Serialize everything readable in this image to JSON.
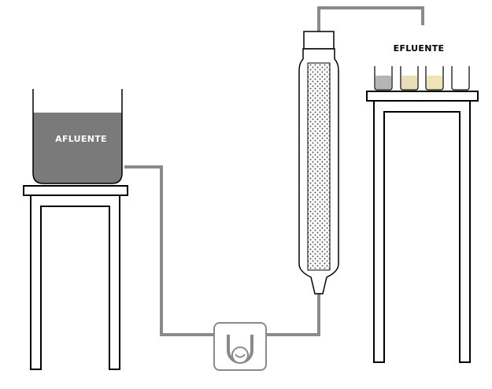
{
  "labels": {
    "afluente": "AFLUENTE",
    "efluente": "EFLUENTE"
  },
  "colors": {
    "liquid": "#7a7a7a",
    "tube": "#8a8a8a",
    "outline": "#000000",
    "background": "#ffffff",
    "packing_dots": "#555555",
    "vial_gray": "#b5b5b5",
    "vial_beige": "#e8dfb8",
    "vial_light_beige": "#eee4b6",
    "vial_clear": "#ffffff"
  },
  "collection_vials": [
    {
      "name": "vial-1",
      "fill": "#b5b5b5"
    },
    {
      "name": "vial-2",
      "fill": "#e8dfb8"
    },
    {
      "name": "vial-3",
      "fill": "#eee4b6"
    },
    {
      "name": "vial-4",
      "fill": "#ffffff"
    }
  ]
}
